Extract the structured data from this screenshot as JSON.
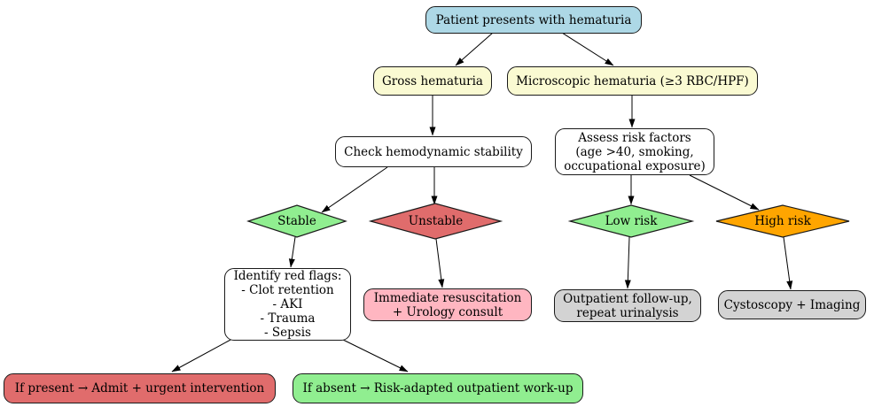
{
  "diagram": {
    "type": "flowchart",
    "nodes": {
      "patient": {
        "label": "Patient presents with hematuria",
        "shape": "rounded-rect",
        "fill": "#ADD8E6"
      },
      "gross": {
        "label": "Gross hematuria",
        "shape": "rounded-rect",
        "fill": "#FAFAD2"
      },
      "micro": {
        "label": "Microscopic hematuria (≥3 RBC/HPF)",
        "shape": "rounded-rect",
        "fill": "#FAFAD2"
      },
      "check": {
        "label": "Check hemodynamic stability",
        "shape": "rounded-rect",
        "fill": "#FFFFFF"
      },
      "assess": {
        "label": "Assess risk factors\n(age >40, smoking,\noccupational exposure)",
        "shape": "rounded-rect",
        "fill": "#FFFFFF"
      },
      "stable": {
        "label": "Stable",
        "shape": "diamond",
        "fill": "#90EE90"
      },
      "unstable": {
        "label": "Unstable",
        "shape": "diamond",
        "fill": "#E06C6C"
      },
      "lowrisk": {
        "label": "Low risk",
        "shape": "diamond",
        "fill": "#90EE90"
      },
      "highrisk": {
        "label": "High risk",
        "shape": "diamond",
        "fill": "#FFA500"
      },
      "identify": {
        "label": "Identify red flags:\n- Clot retention\n- AKI\n- Trauma\n- Sepsis",
        "shape": "rounded-rect",
        "fill": "#FFFFFF"
      },
      "immediate": {
        "label": "Immediate resuscitation\n+ Urology consult",
        "shape": "rounded-rect",
        "fill": "#FFB6C1"
      },
      "outpatient": {
        "label": "Outpatient follow-up,\nrepeat urinalysis",
        "shape": "rounded-rect",
        "fill": "#D3D3D3"
      },
      "cystoscopy": {
        "label": "Cystoscopy + Imaging",
        "shape": "rounded-rect",
        "fill": "#D3D3D3"
      },
      "ifpresent": {
        "label": "If present → Admit + urgent intervention",
        "shape": "rounded-rect",
        "fill": "#E06C6C"
      },
      "ifabsent": {
        "label": "If absent → Risk-adapted outpatient work-up",
        "shape": "rounded-rect",
        "fill": "#90EE90"
      }
    },
    "edges": [
      {
        "from": "patient",
        "to": "gross"
      },
      {
        "from": "patient",
        "to": "micro"
      },
      {
        "from": "gross",
        "to": "check"
      },
      {
        "from": "micro",
        "to": "assess"
      },
      {
        "from": "check",
        "to": "stable"
      },
      {
        "from": "check",
        "to": "unstable"
      },
      {
        "from": "assess",
        "to": "lowrisk"
      },
      {
        "from": "assess",
        "to": "highrisk"
      },
      {
        "from": "stable",
        "to": "identify"
      },
      {
        "from": "unstable",
        "to": "immediate"
      },
      {
        "from": "lowrisk",
        "to": "outpatient"
      },
      {
        "from": "highrisk",
        "to": "cystoscopy"
      },
      {
        "from": "identify",
        "to": "ifpresent"
      },
      {
        "from": "identify",
        "to": "ifabsent"
      }
    ],
    "edge_color": "#000000",
    "background": "#FFFFFF"
  }
}
